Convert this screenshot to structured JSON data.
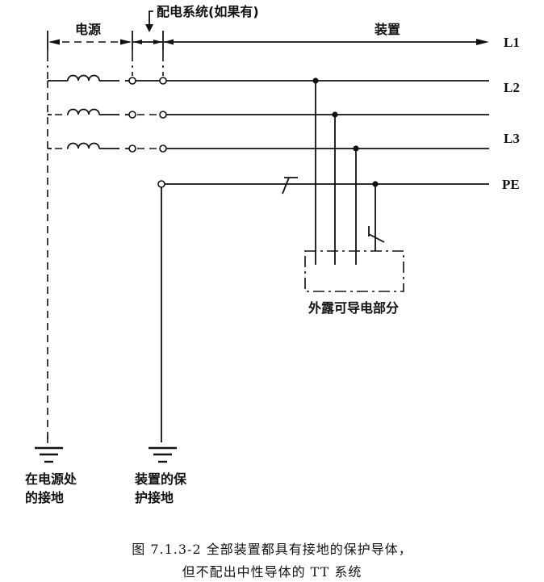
{
  "diagram": {
    "labels": {
      "distribution_system": "配电系统(如果有)",
      "source": "电源",
      "installation": "装置",
      "exposed_conductive_parts": "外露可导电部分",
      "source_earth_line1": "在电源处",
      "source_earth_line2": "的接地",
      "installation_earth_line1": "装置的保",
      "installation_earth_line2": "护接地"
    },
    "conductors": [
      {
        "id": "L1",
        "label": "L1"
      },
      {
        "id": "L2",
        "label": "L2"
      },
      {
        "id": "L3",
        "label": "L3"
      },
      {
        "id": "PE",
        "label": "PE"
      }
    ]
  },
  "caption": {
    "line1": "图 7.1.3-2  全部装置都具有接地的保护导体，",
    "line2": "但不配出中性导体的 TT 系统"
  }
}
